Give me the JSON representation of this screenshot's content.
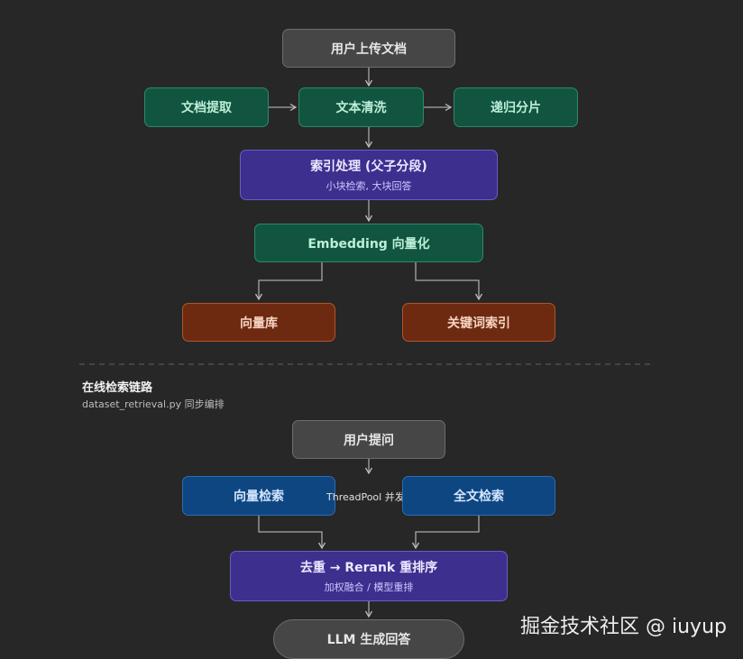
{
  "upload_flow": {
    "upload": "用户上传文档",
    "extract": "文档提取",
    "clean": "文本清洗",
    "split": "递归分片",
    "index_title": "索引处理 (父子分段)",
    "index_sub": "小块检索, 大块回答",
    "embedding": "Embedding 向量化",
    "vector_db": "向量库",
    "keyword_index": "关键词索引"
  },
  "online_section": {
    "title": "在线检索链路",
    "subtitle": "dataset_retrieval.py 同步编排"
  },
  "online_flow": {
    "question": "用户提问",
    "vector_search": "向量检索",
    "parallel_label": "ThreadPool 并发",
    "fulltext_search": "全文检索",
    "rerank_title": "去重 → Rerank 重排序",
    "rerank_sub": "加权融合 / 模型重排",
    "llm": "LLM 生成回答"
  },
  "watermark": "掘金技术社区 @ iuyup",
  "colors": {
    "background": "#272727",
    "gray": "#464646",
    "green": "#115541",
    "purple": "#3c2f8e",
    "brown": "#6e2a10",
    "blue": "#0d4680"
  }
}
